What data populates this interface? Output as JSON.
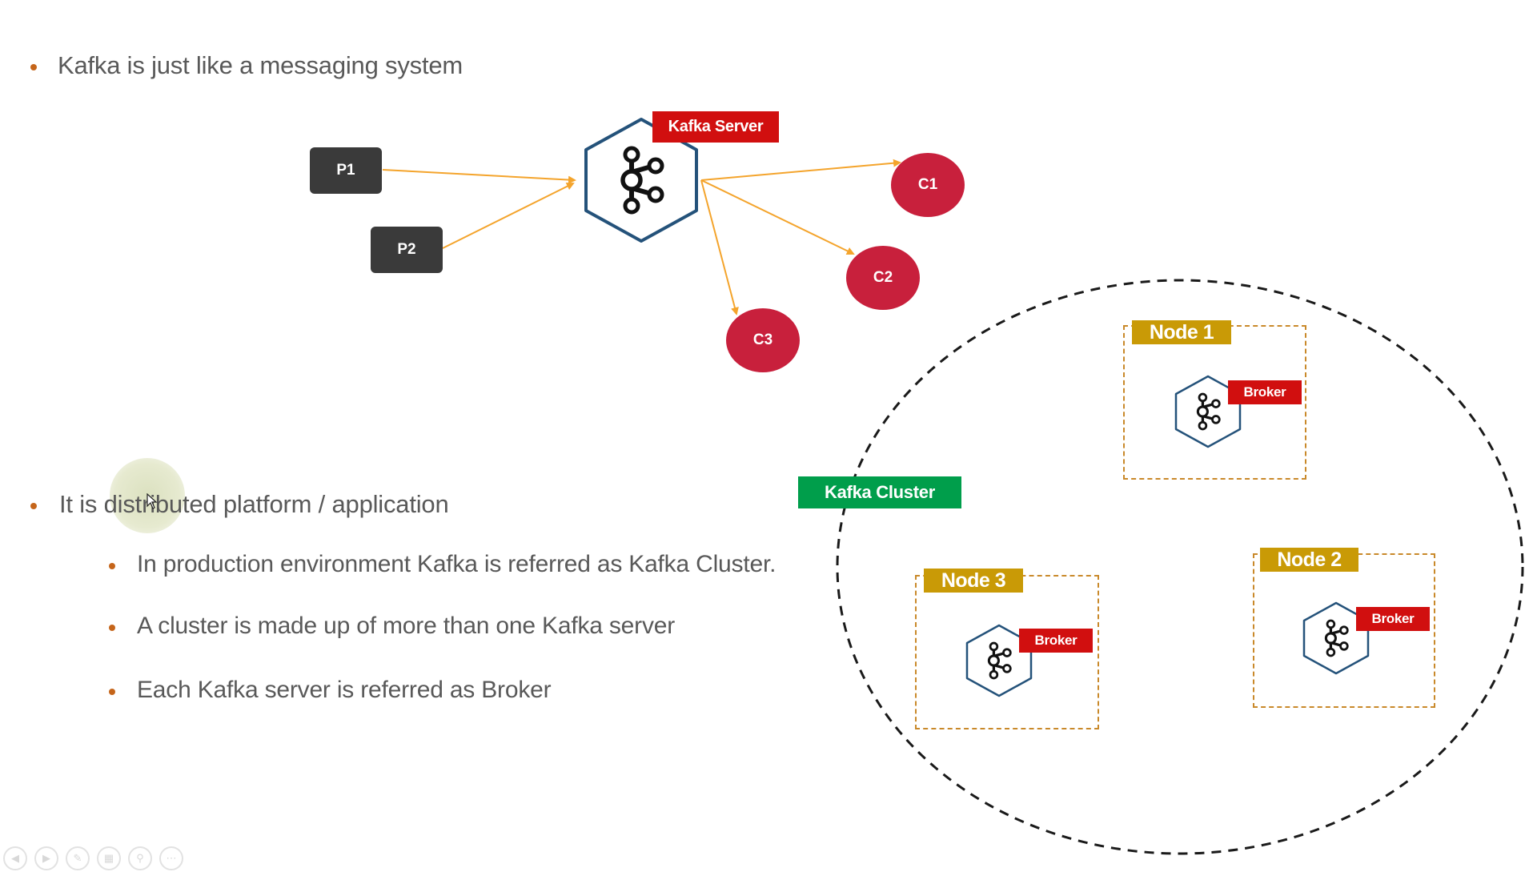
{
  "slide": {
    "bullets": {
      "b1": "Kafka is just like a messaging system",
      "b2": "It is distributed platform / application",
      "b2_sub1": "In production environment Kafka is referred as Kafka Cluster.",
      "b2_sub2": "A cluster is made up of more than one Kafka server",
      "b2_sub3": "Each Kafka server is referred as Broker"
    },
    "diagram": {
      "server_label": "Kafka Server",
      "producers": [
        "P1",
        "P2"
      ],
      "consumers": [
        "C1",
        "C2",
        "C3"
      ],
      "cluster_label": "Kafka Cluster",
      "nodes": [
        {
          "label": "Node 1",
          "broker": "Broker"
        },
        {
          "label": "Node 2",
          "broker": "Broker"
        },
        {
          "label": "Node 3",
          "broker": "Broker"
        }
      ],
      "kafka_logo_icon": "kafka-logo-icon"
    },
    "colors": {
      "bullet": "#c5651a",
      "text": "#595959",
      "producer": "#3a3a3a",
      "consumer": "#c8203c",
      "red_tag": "#d10f0f",
      "node_label": "#c99a06",
      "node_border": "#c9892a",
      "cluster_tag": "#009e4b",
      "hex_border": "#24527a",
      "arrow": "#f4a42c"
    },
    "player_controls": [
      "previous-icon",
      "next-icon",
      "pen-icon",
      "slides-icon",
      "zoom-icon",
      "more-icon"
    ]
  }
}
